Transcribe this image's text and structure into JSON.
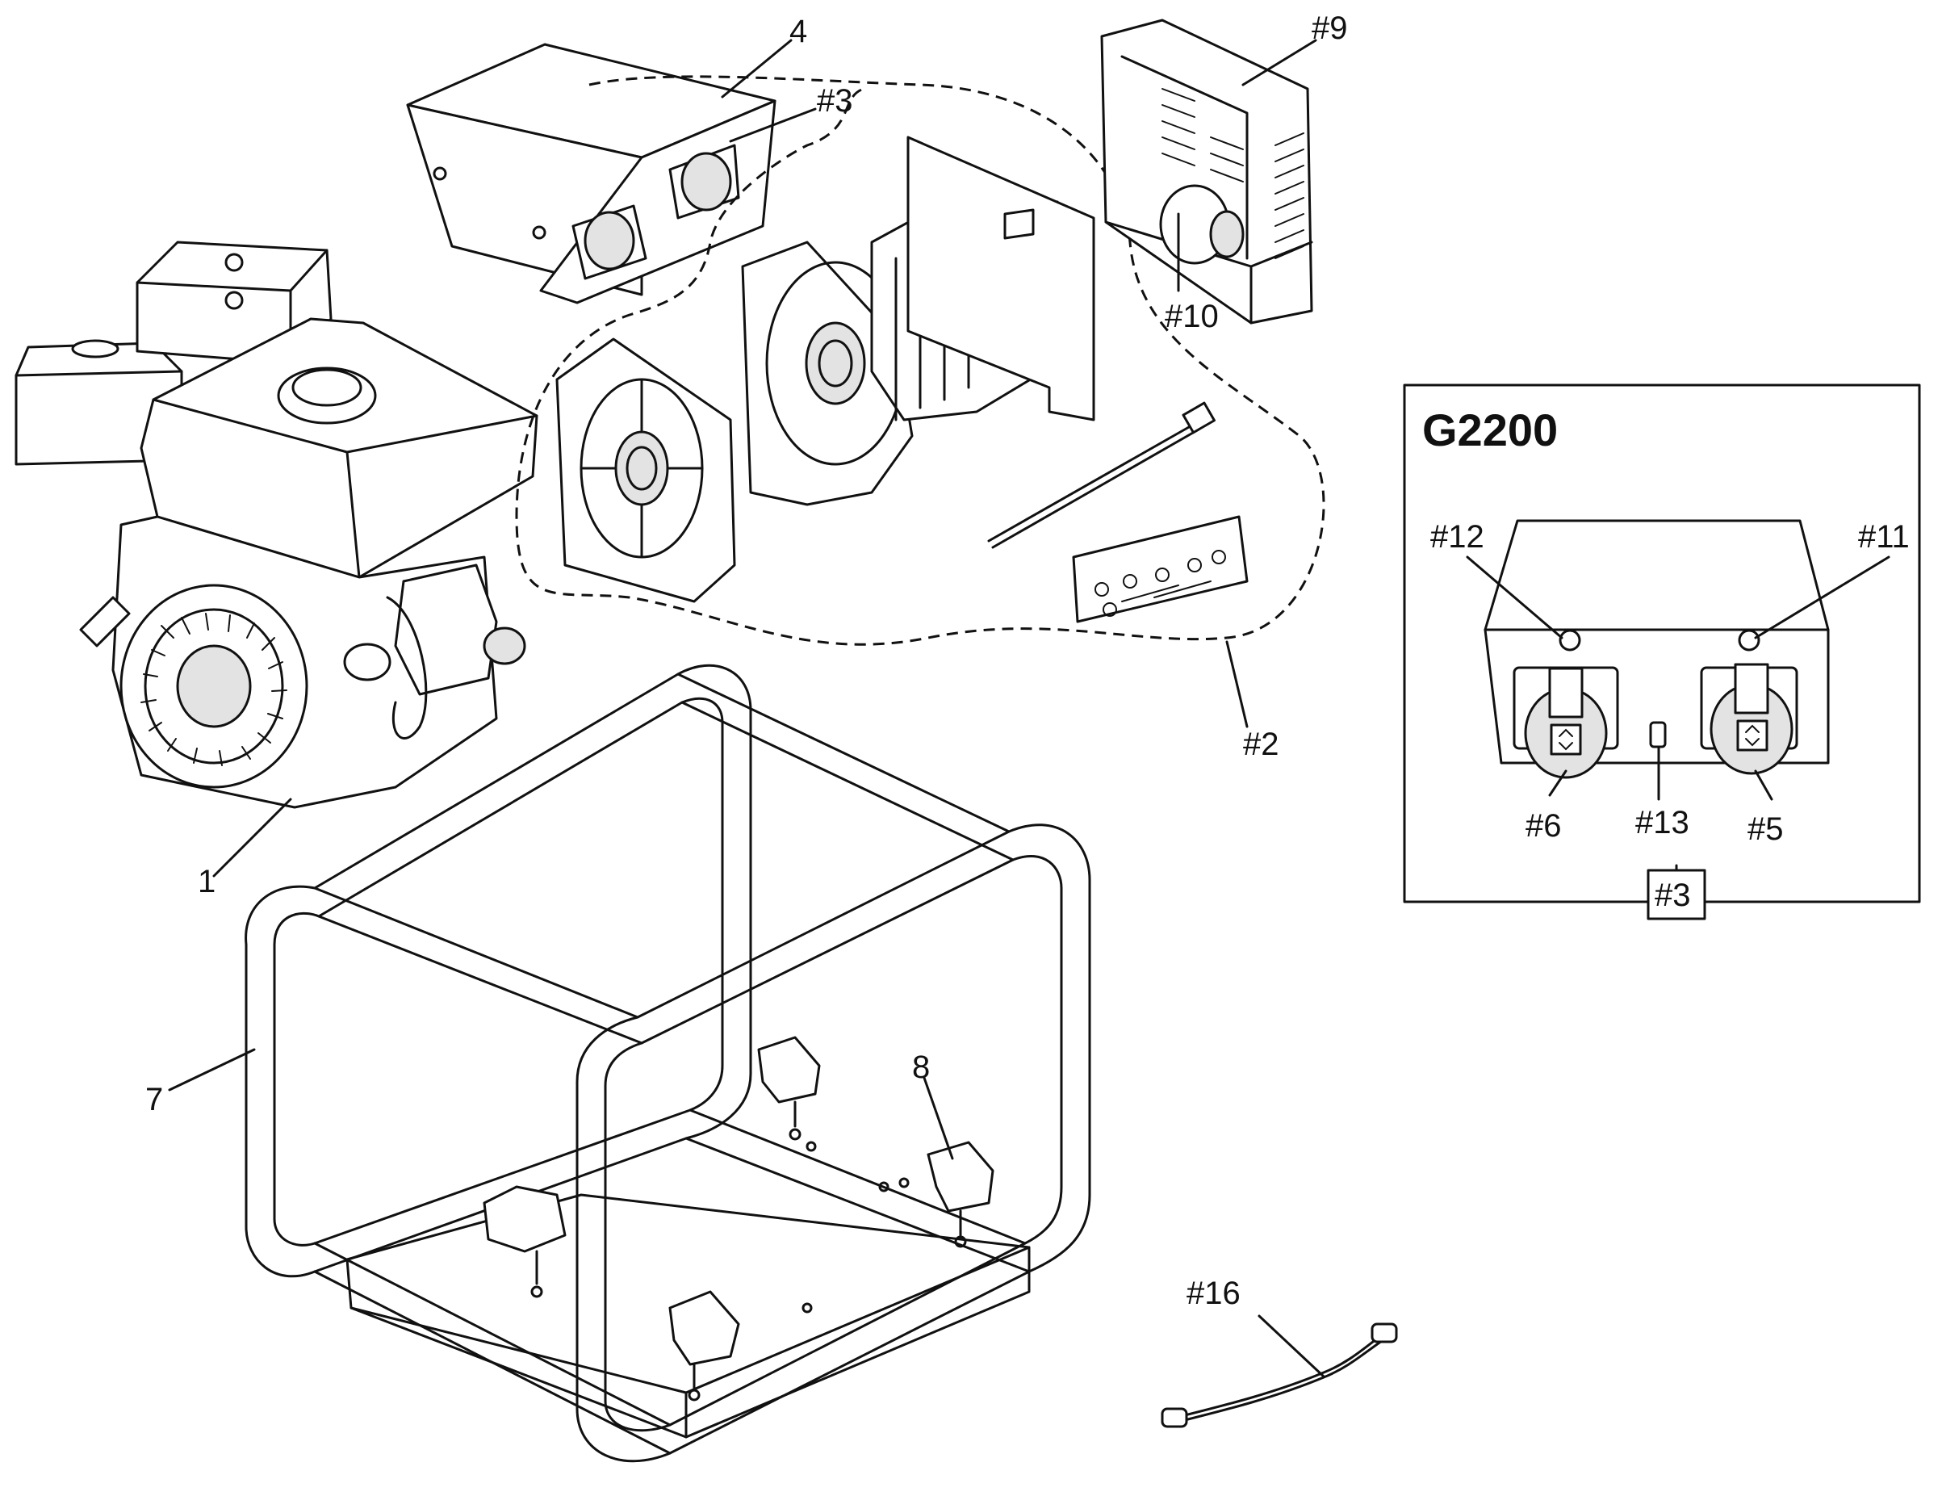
{
  "labels": {
    "part_1": "1",
    "part_2": "#2",
    "part_3": "#3",
    "part_4": "4",
    "part_7": "7",
    "part_8": "8",
    "part_9": "#9",
    "part_10": "#10",
    "part_16": "#16"
  },
  "inset": {
    "title": "G2200",
    "tag": "#3",
    "callouts": {
      "part_5": "#5",
      "part_6": "#6",
      "part_11": "#11",
      "part_12": "#12",
      "part_13": "#13"
    }
  }
}
